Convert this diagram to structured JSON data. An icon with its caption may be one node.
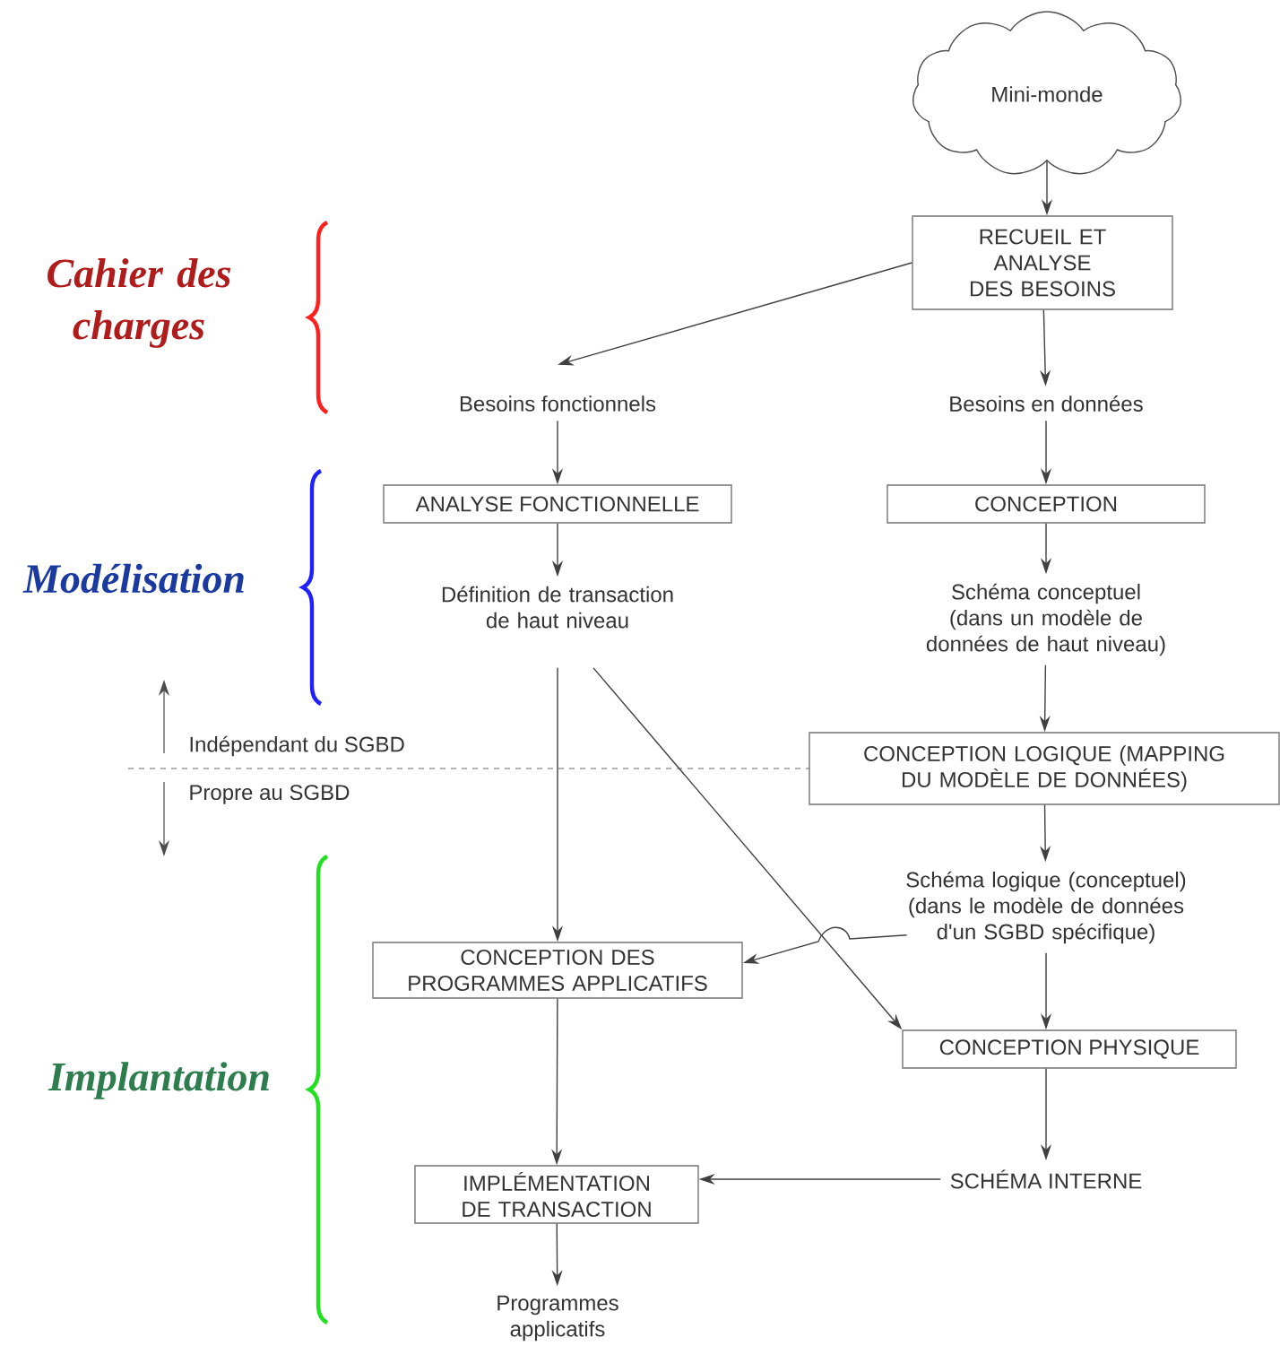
{
  "diagram": {
    "nodes": [
      {
        "text": [
          "Mini-monde"
        ]
      },
      {
        "text": [
          "RECUEIL ET ANALYSE DES BESOINS"
        ]
      },
      {
        "text": [
          "Besoins fonctionnels"
        ]
      },
      {
        "text": [
          "Besoins en données"
        ]
      },
      {
        "text": [
          "ANALYSE FONCTIONNELLE"
        ]
      },
      {
        "text": [
          "CONCEPTION"
        ]
      },
      {
        "text": [
          "Définition de transaction de haut niveau"
        ]
      },
      {
        "text": [
          "Schéma conceptuel (dans un modèle de données de haut niveau)"
        ]
      },
      {
        "text": [
          "CONCEPTION LOGIQUE (MAPPING DU MODÈLE DE DONNÉES)"
        ]
      },
      {
        "text": [
          "Schéma logique (conceptuel) (dans le modèle de données d'un SGBD spécifique)"
        ]
      },
      {
        "text": [
          "CONCEPTION DES PROGRAMMES APPLICATIFS"
        ]
      },
      {
        "text": [
          "CONCEPTION PHYSIQUE"
        ]
      },
      {
        "text": [
          "SCHÉMA INTERNE"
        ]
      },
      {
        "text": [
          "IMPLÉMENTATION DE TRANSACTION"
        ]
      },
      {
        "text": [
          "Programmes applicatifs"
        ]
      }
    ],
    "edges": [
      {
        "from": 0,
        "to": 1,
        "arrow": "to"
      },
      {
        "from": 1,
        "to": 2,
        "arrow": "to"
      },
      {
        "from": 1,
        "to": 3,
        "arrow": "to"
      },
      {
        "from": 2,
        "to": 4,
        "arrow": "to"
      },
      {
        "from": 3,
        "to": 5,
        "arrow": "to"
      },
      {
        "from": 4,
        "to": 6,
        "arrow": "to"
      },
      {
        "from": 5,
        "to": 7,
        "arrow": "to"
      },
      {
        "from": 6,
        "to": 10,
        "arrow": "to"
      },
      {
        "from": 6,
        "to": 11,
        "arrow": "to"
      },
      {
        "from": 7,
        "to": 8,
        "arrow": "to"
      },
      {
        "from": 8,
        "to": 9,
        "arrow": "to"
      },
      {
        "from": 9,
        "to": 10,
        "arrow": "to"
      },
      {
        "from": 9,
        "to": 11,
        "arrow": "to"
      },
      {
        "from": 11,
        "to": 12,
        "arrow": "to"
      },
      {
        "from": 12,
        "to": 13,
        "arrow": "to"
      },
      {
        "from": 10,
        "to": 13,
        "arrow": "to"
      },
      {
        "from": 13,
        "to": 14,
        "arrow": "to"
      }
    ],
    "labels": [
      "Cahier des charges",
      "Modélisation",
      "Implantation",
      "Indépendant du SGBD",
      "Propre au SGBD"
    ]
  }
}
